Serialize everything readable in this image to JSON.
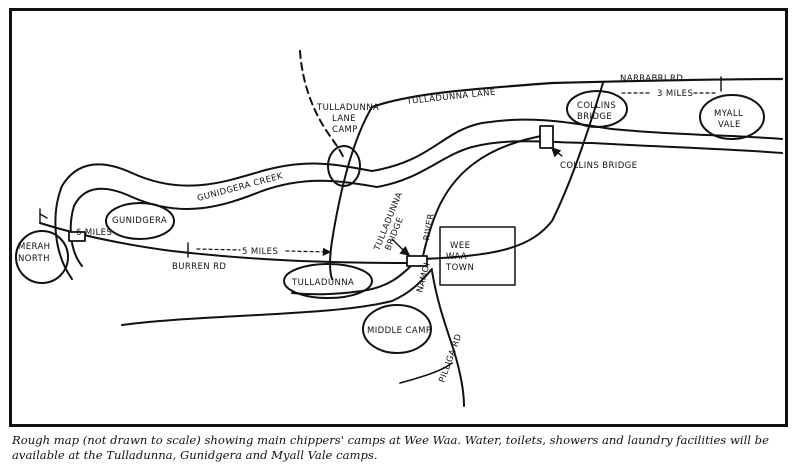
{
  "map": {
    "places": {
      "merah_north_1": "MERAH",
      "merah_north_2": "NORTH",
      "gunidgera": "GUNIDGERA",
      "tulladunna": "TULLADUNNA",
      "tulladunna_lane_camp_1": "TULLADUNNA",
      "tulladunna_lane_camp_2": "LANE",
      "tulladunna_lane_camp_3": "CAMP",
      "collins_bridge_camp_1": "COLLINS",
      "collins_bridge_camp_2": "BRIDGE",
      "myall_vale_1": "MYALL",
      "myall_vale_2": "VALE",
      "middle_camp": "MIDDLE CAMP",
      "wee_waa_town_1": "WEE",
      "wee_waa_town_2": "WAA",
      "wee_waa_town_3": "TOWN"
    },
    "roads": {
      "tulladunna_lane": "TULLADUNNA LANE",
      "narrabri_rd": "NARRABRI RD",
      "burren_rd": "BURREN RD",
      "pilliga_rd": "PILLIGA RD"
    },
    "waterways": {
      "gunidgera_creek": "GUNIDGERA CREEK",
      "namoi": "NAMOI",
      "river": "RIVER"
    },
    "bridges": {
      "collins_bridge": "COLLINS BRIDGE",
      "tulladunna_bridge_1": "TULLADUNNA",
      "tulladunna_bridge_2": "BRIDGE"
    },
    "distances": {
      "six_miles": "6 MILES",
      "five_miles": "5 MILES",
      "three_miles": "3 MILES"
    }
  },
  "caption": {
    "line1": "Rough map (not drawn to scale) showing main chippers' camps at Wee Waa.   Water, toilets, showers and laundry facilities will be",
    "line2": "available at the Tulladunna, Gunidgera and Myall Vale camps."
  }
}
